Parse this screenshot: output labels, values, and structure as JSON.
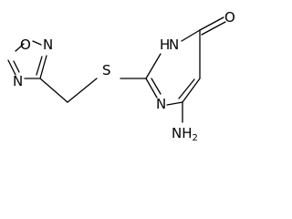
{
  "molecule": {
    "atoms": {
      "o_ring": "O",
      "n_ring_lower": "N",
      "n_ring_3": "N",
      "s_linker": "S",
      "nh": "H",
      "n_nh": "N",
      "n_pyr": "N",
      "o_carbonyl": "O",
      "nh2": "NH",
      "nh2_sub": "2"
    }
  }
}
